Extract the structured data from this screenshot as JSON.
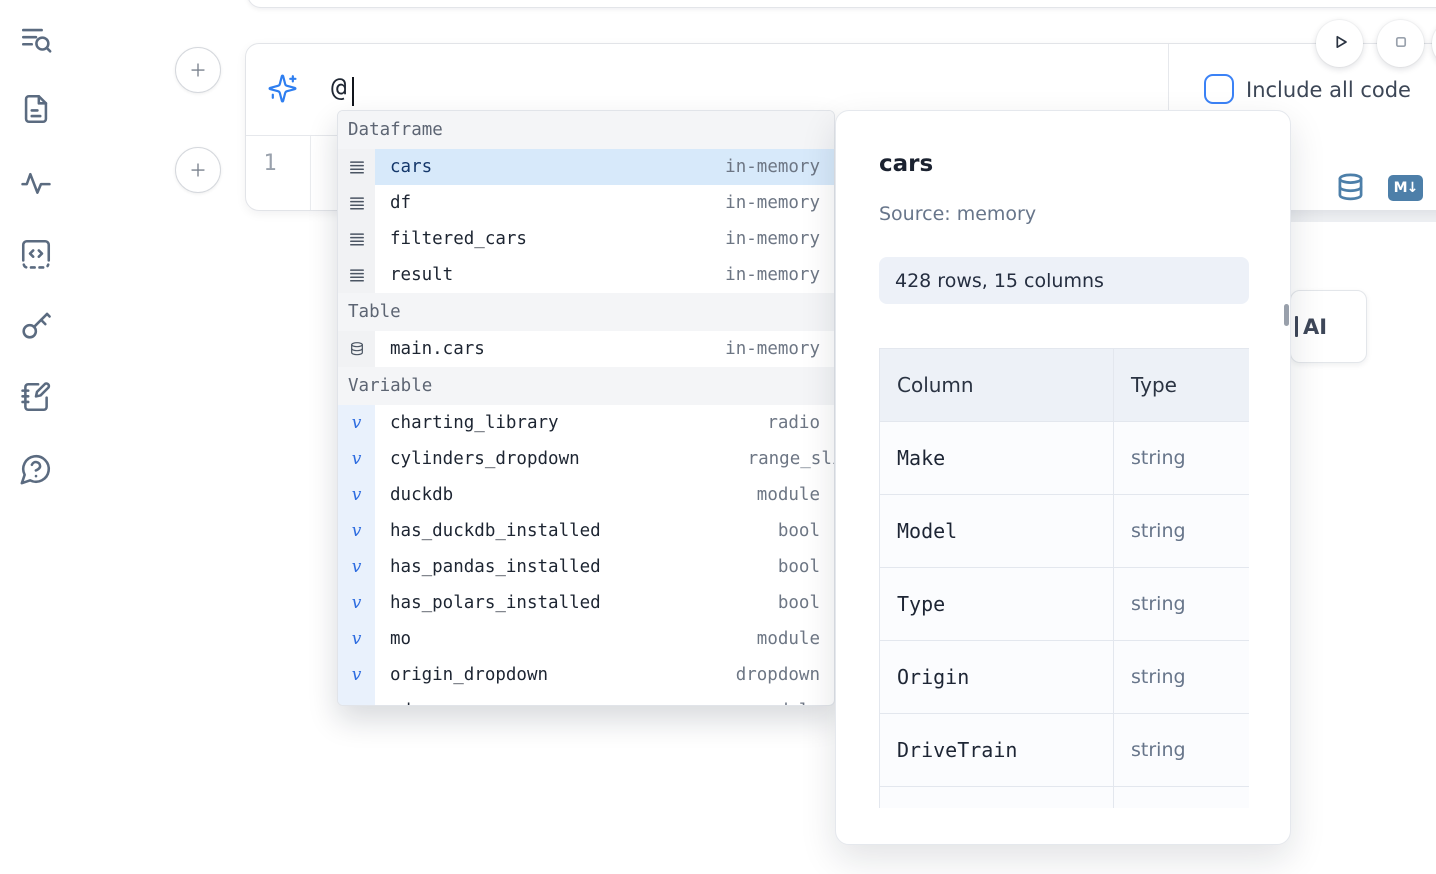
{
  "sidebar": {
    "items": [
      {
        "icon": "list-search-icon"
      },
      {
        "icon": "file-text-icon"
      },
      {
        "icon": "activity-icon"
      },
      {
        "icon": "code-block-icon"
      },
      {
        "icon": "key-icon"
      },
      {
        "icon": "notebook-pen-icon"
      },
      {
        "icon": "help-chat-icon"
      }
    ]
  },
  "run_controls": {
    "play": "play-icon",
    "stop": "stop-icon"
  },
  "ai_cell": {
    "prompt_value": "@",
    "include_all_code_label": "Include all code",
    "checkbox_checked": false
  },
  "editor": {
    "line_number": "1",
    "markdown_icon_text": "M↓"
  },
  "autocomplete": {
    "sections": [
      {
        "label": "Dataframe",
        "items": [
          {
            "icon": "rows-icon",
            "name": "cars",
            "type": "in-memory",
            "selected": true
          },
          {
            "icon": "rows-icon",
            "name": "df",
            "type": "in-memory"
          },
          {
            "icon": "rows-icon",
            "name": "filtered_cars",
            "type": "in-memory"
          },
          {
            "icon": "rows-icon",
            "name": "result",
            "type": "in-memory"
          }
        ]
      },
      {
        "label": "Table",
        "items": [
          {
            "icon": "database-icon",
            "name": "main.cars",
            "type": "in-memory"
          }
        ]
      },
      {
        "label": "Variable",
        "items": [
          {
            "icon": "variable-icon",
            "name": "charting_library",
            "type": "radio"
          },
          {
            "icon": "variable-icon",
            "name": "cylinders_dropdown",
            "type": "range_slider",
            "clipped": true
          },
          {
            "icon": "variable-icon",
            "name": "duckdb",
            "type": "module"
          },
          {
            "icon": "variable-icon",
            "name": "has_duckdb_installed",
            "type": "bool"
          },
          {
            "icon": "variable-icon",
            "name": "has_pandas_installed",
            "type": "bool"
          },
          {
            "icon": "variable-icon",
            "name": "has_polars_installed",
            "type": "bool"
          },
          {
            "icon": "variable-icon",
            "name": "mo",
            "type": "module"
          },
          {
            "icon": "variable-icon",
            "name": "origin_dropdown",
            "type": "dropdown"
          },
          {
            "icon": "variable-icon",
            "name": "pd",
            "type": "module"
          }
        ]
      }
    ]
  },
  "preview": {
    "title": "cars",
    "source": "Source: memory",
    "shape": "428 rows, 15 columns",
    "table": {
      "headers": [
        "Column",
        "Type"
      ],
      "rows": [
        [
          "Make",
          "string"
        ],
        [
          "Model",
          "string"
        ],
        [
          "Type",
          "string"
        ],
        [
          "Origin",
          "string"
        ],
        [
          "DriveTrain",
          "string"
        ]
      ]
    }
  },
  "ai_button": {
    "label": "AI"
  },
  "colors": {
    "accent_blue": "#3b82f6",
    "steel_blue": "#4d7fa9",
    "selection_blue": "#d7e9fa",
    "variable_blue": "#2e6de0"
  }
}
